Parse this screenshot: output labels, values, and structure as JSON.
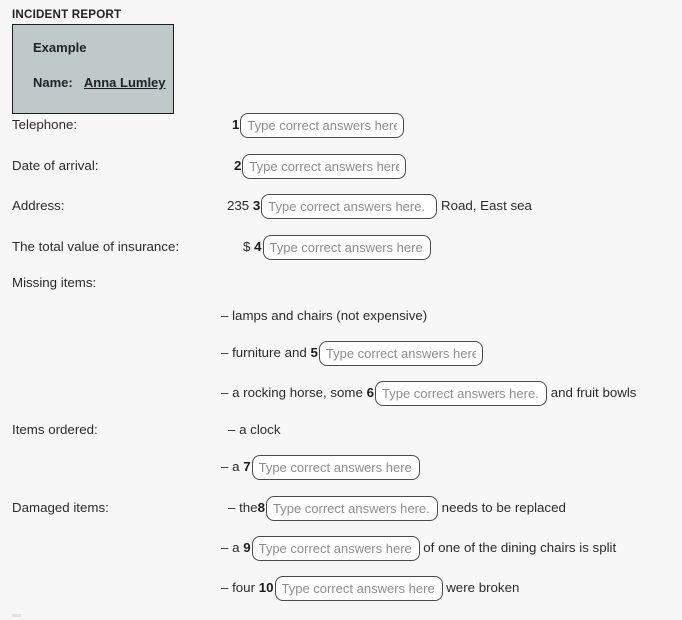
{
  "form": {
    "title": "INCIDENT REPORT",
    "example": {
      "heading": "Example",
      "name_label": "Name:",
      "name_value": "Anna Lumley"
    },
    "placeholder": "Type correct answers here.",
    "labels": {
      "telephone": "Telephone:",
      "date_of_arrival": "Date of arrival:",
      "address": "Address:",
      "total_value": "The total value of insurance:",
      "missing_items": "Missing items:",
      "items_ordered": "Items ordered:",
      "damaged_items": "Damaged items:"
    },
    "rows": [
      {
        "id": "q1",
        "label": "Telephone:",
        "pre": "",
        "num": "1",
        "post": ""
      },
      {
        "id": "q2",
        "label": "Date of arrival:",
        "pre": "",
        "num": "2",
        "post": ""
      },
      {
        "id": "q3",
        "label": "Address:",
        "pre": "235 ",
        "num": "3",
        "post": " Road, East sea"
      },
      {
        "id": "q4",
        "label": "The total value of insurance:",
        "pre": "$ ",
        "num": "4",
        "post": ""
      },
      {
        "id": "m0",
        "label": "Missing items:",
        "pre": "– lamps and chairs (not expensive)",
        "num": "",
        "post": ""
      },
      {
        "id": "q5",
        "label": "",
        "pre": "– furniture and ",
        "num": "5",
        "post": ""
      },
      {
        "id": "q6",
        "label": "",
        "pre": "– a rocking horse, some ",
        "num": "6",
        "post": " and fruit bowls"
      },
      {
        "id": "o0",
        "label": "Items ordered:",
        "pre": "– a clock",
        "num": "",
        "post": ""
      },
      {
        "id": "q7",
        "label": "",
        "pre": "– a ",
        "num": "7",
        "post": ""
      },
      {
        "id": "q8",
        "label": "Damaged items:",
        "pre": "– the",
        "num": "8",
        "post": " needs to be replaced"
      },
      {
        "id": "q9",
        "label": "",
        "pre": "– a ",
        "num": "9",
        "post": " of one of the dining chairs is split"
      },
      {
        "id": "q10",
        "label": "",
        "pre": "– four ",
        "num": "10",
        "post": " were broken"
      }
    ],
    "colors": {
      "page_background": "#f7f7f7",
      "example_fill": "#bfc9c9",
      "example_border": "#1d1d1d",
      "input_border": "#4a4a4a",
      "placeholder_text": "#8d8d8d",
      "body_text": "#2b2b2b"
    }
  }
}
